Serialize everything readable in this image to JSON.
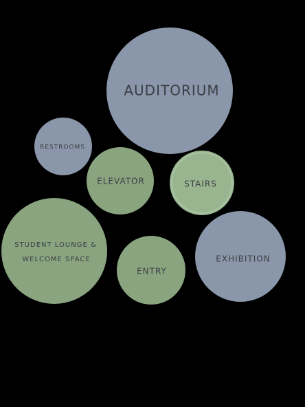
{
  "colors": {
    "background": "#000000",
    "blue_gray": "#8a96a9",
    "sage_green": "#8aa47f",
    "light_green": "#98b58f",
    "label": "#3a3f45"
  },
  "bubbles": [
    {
      "id": "auditorium",
      "label": "AUDITORIUM",
      "color": "blue_gray"
    },
    {
      "id": "restrooms",
      "label": "RESTROOMS",
      "color": "blue_gray"
    },
    {
      "id": "elevator",
      "label": "ELEVATOR",
      "color": "sage_green"
    },
    {
      "id": "stairs",
      "label": "STAIRS",
      "color": "light_green"
    },
    {
      "id": "student-lounge",
      "label_lines": [
        "STUDENT LOUNGE &",
        "WELCOME SPACE"
      ],
      "color": "sage_green"
    },
    {
      "id": "entry",
      "label": "ENTRY",
      "color": "sage_green"
    },
    {
      "id": "exhibition",
      "label": "EXHIBITION",
      "color": "blue_gray"
    }
  ]
}
